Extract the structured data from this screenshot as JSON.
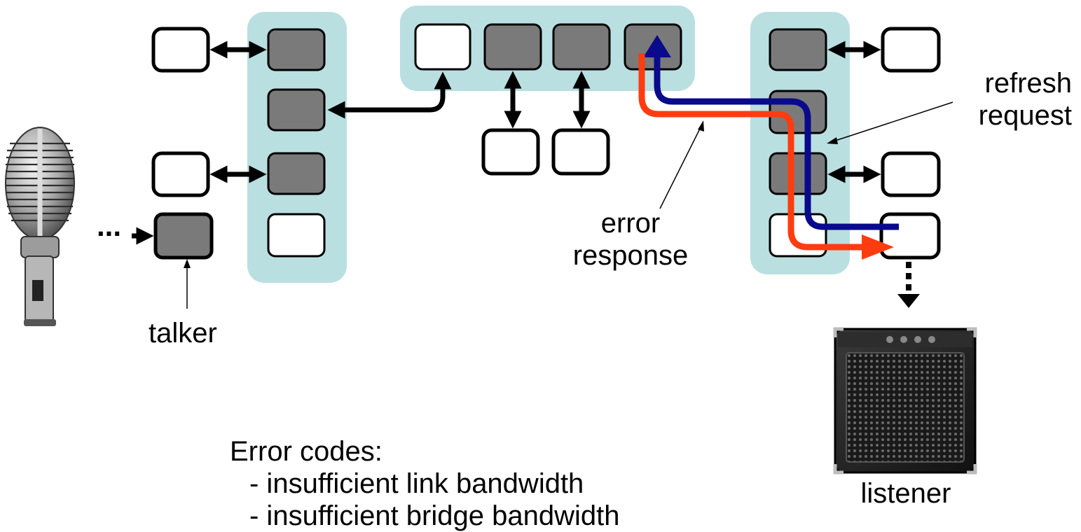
{
  "colors": {
    "bridge_fill": "#b9dfe1",
    "port_dark": "#7a7a7a",
    "port_light": "#ffffff",
    "error_path": "#ff3c0f",
    "refresh_path": "#0a0a8c",
    "link_arrow": "#000000"
  },
  "labels": {
    "talker": "talker",
    "listener": "listener",
    "refresh_line1": "refresh",
    "refresh_line2": "request",
    "error_line1": "error",
    "error_line2": "response",
    "ellipsis": "..."
  },
  "error_codes": {
    "heading": "Error codes:",
    "items": [
      "- insufficient link bandwidth",
      "- insufficient bridge bandwidth"
    ]
  },
  "images": {
    "talker_device": "microphone-icon",
    "listener_device": "speaker-amplifier-icon"
  }
}
